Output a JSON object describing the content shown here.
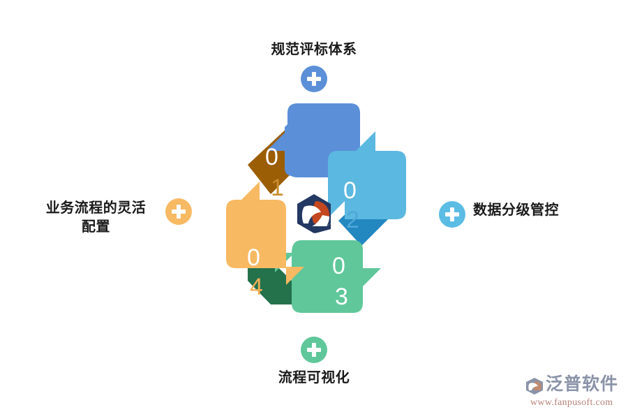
{
  "diagram": {
    "type": "cycle-arrow-diagram",
    "center_logo": {
      "name": "fanpu-hexagon-logo",
      "colors": {
        "navy": "#233862",
        "orange": "#C4471F"
      }
    },
    "steps": [
      {
        "number": "01",
        "digit_top": "0",
        "digit_bottom": "1",
        "position": "top",
        "arrow_color": "#5B8FD8",
        "band_color": "#9B5E05",
        "label": "规范评标体系",
        "plus_color": "#5B8FD8"
      },
      {
        "number": "02",
        "digit_top": "0",
        "digit_bottom": "2",
        "position": "right",
        "arrow_color": "#5BB8E0",
        "band_color": "#2569C6",
        "label": "数据分级管控",
        "plus_color": "#5BBCE4"
      },
      {
        "number": "03",
        "digit_top": "0",
        "digit_bottom": "3",
        "position": "bottom",
        "arrow_color": "#5FC79A",
        "band_color": "#2387C0",
        "label": "流程可视化",
        "plus_color": "#5FC79A"
      },
      {
        "number": "04",
        "digit_top": "0",
        "digit_bottom": "4",
        "position": "left",
        "arrow_color": "#F8B963",
        "band_color": "#23724C",
        "label": "业务流程的灵活配置",
        "plus_color": "#F8B963"
      }
    ]
  },
  "labels": {
    "top": "规范评标体系",
    "right": "数据分级管控",
    "bottom": "流程可视化",
    "left_line1": "业务流程的灵活",
    "left_line2": "配置"
  },
  "watermark": {
    "brand": "泛普软件",
    "url": "www.fanpusoft.com"
  },
  "colors": {
    "background": "#FFFFFF",
    "text": "#1A1A1A",
    "blue": "#5B8FD8",
    "dark_blue": "#2569C6",
    "light_blue": "#5BB8E0",
    "teal_blue": "#2387C0",
    "green": "#5FC79A",
    "dark_green": "#23724C",
    "orange": "#F8B963",
    "brown": "#9B5E05",
    "watermark_gray": "#8A93A8",
    "watermark_red": "#B7817A"
  }
}
